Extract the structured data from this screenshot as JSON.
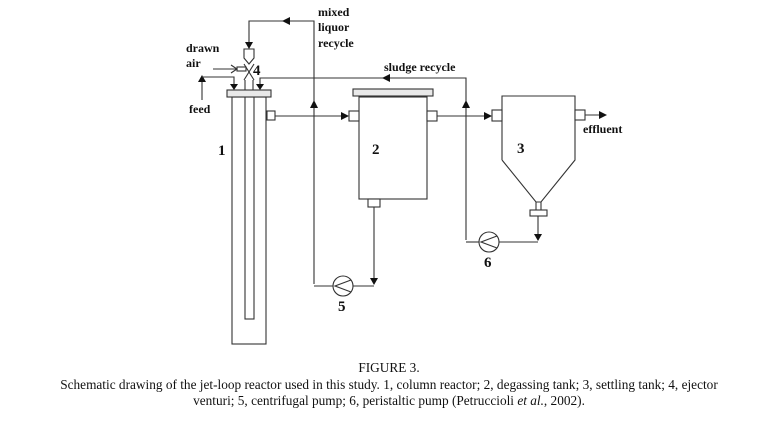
{
  "labels": {
    "mixed_liquor_recycle": [
      "mixed",
      "liquor",
      "recycle"
    ],
    "drawn_air": [
      "drawn",
      "air"
    ],
    "feed": "feed",
    "sludge_recycle": "sludge recycle",
    "effluent": "effluent"
  },
  "components": [
    {
      "id": "1",
      "name": "column reactor"
    },
    {
      "id": "2",
      "name": "degassing tank"
    },
    {
      "id": "3",
      "name": "settling tank"
    },
    {
      "id": "4",
      "name": "ejector venturi"
    },
    {
      "id": "5",
      "name": "centrifugal pump"
    },
    {
      "id": "6",
      "name": "peristaltic pump"
    }
  ],
  "caption": {
    "title": "FIGURE 3.",
    "text_line1": "Schematic drawing of the jet-loop reactor used in this study. 1, column reactor; 2, degassing tank; 3, settling tank; 4, ejector",
    "text_line2_pre": "venturi; 5, centrifugal pump; 6, peristaltic pump (Petruccioli ",
    "text_line2_italic": "et al.",
    "text_line2_post": ", 2002)."
  }
}
